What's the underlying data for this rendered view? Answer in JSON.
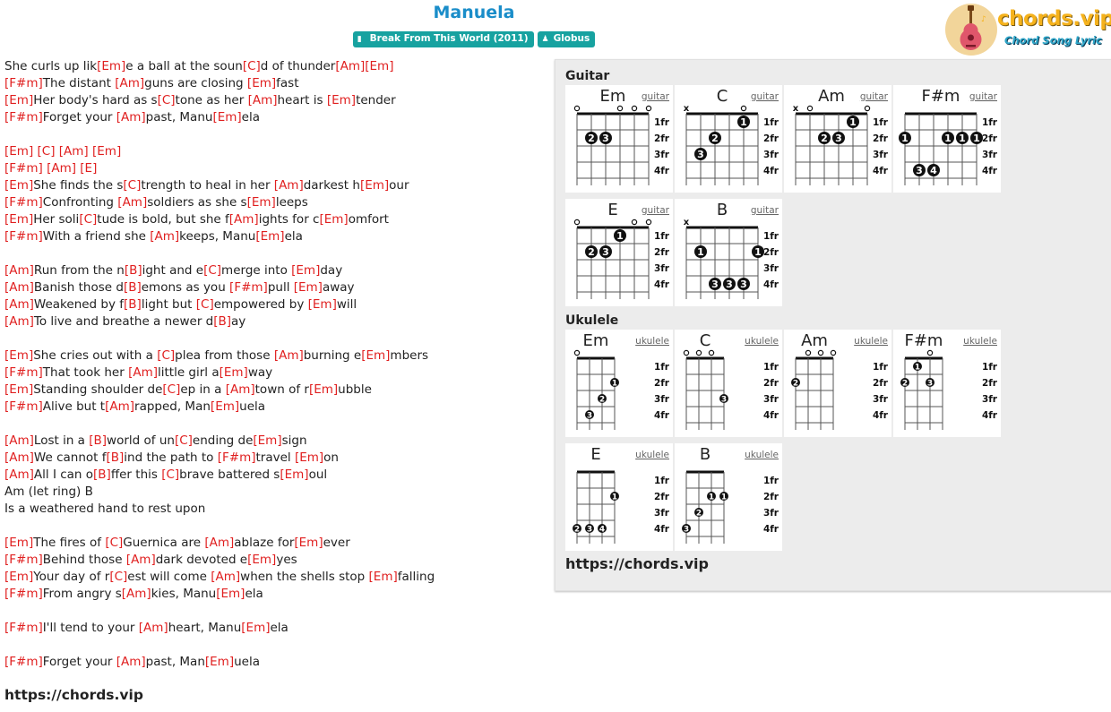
{
  "header": {
    "title": "Manuela",
    "album_badge": "Break From This World (2011)",
    "artist_badge": "Globus",
    "album_icon": "book-icon",
    "artist_icon": "user-icon"
  },
  "logo": {
    "text": "chords.vip",
    "subtitle": "Chord Song Lyric",
    "icon": "guitar-icon"
  },
  "lyrics": [
    [
      [
        "t",
        "She curls up lik"
      ],
      [
        "c",
        "[Em]"
      ],
      [
        "t",
        "e a ball at the soun"
      ],
      [
        "c",
        "[C]"
      ],
      [
        "t",
        "d of thunder"
      ],
      [
        "c",
        "[Am]"
      ],
      [
        "c",
        "[Em]"
      ]
    ],
    [
      [
        "c",
        "[F#m]"
      ],
      [
        "t",
        "The distant "
      ],
      [
        "c",
        "[Am]"
      ],
      [
        "t",
        "guns are closing "
      ],
      [
        "c",
        "[Em]"
      ],
      [
        "t",
        "fast"
      ]
    ],
    [
      [
        "c",
        "[Em]"
      ],
      [
        "t",
        "Her body's hard as s"
      ],
      [
        "c",
        "[C]"
      ],
      [
        "t",
        "tone as her "
      ],
      [
        "c",
        "[Am]"
      ],
      [
        "t",
        "heart is "
      ],
      [
        "c",
        "[Em]"
      ],
      [
        "t",
        "tender"
      ]
    ],
    [
      [
        "c",
        "[F#m]"
      ],
      [
        "t",
        "Forget your "
      ],
      [
        "c",
        "[Am]"
      ],
      [
        "t",
        "past, Manu"
      ],
      [
        "c",
        "[Em]"
      ],
      [
        "t",
        "ela"
      ]
    ],
    [],
    [
      [
        "c",
        "[Em]"
      ],
      [
        "t",
        " "
      ],
      [
        "c",
        "[C]"
      ],
      [
        "t",
        " "
      ],
      [
        "c",
        "[Am]"
      ],
      [
        "t",
        " "
      ],
      [
        "c",
        "[Em]"
      ]
    ],
    [
      [
        "c",
        "[F#m]"
      ],
      [
        "t",
        " "
      ],
      [
        "c",
        "[Am]"
      ],
      [
        "t",
        " "
      ],
      [
        "c",
        "[E]"
      ]
    ],
    [
      [
        "c",
        "[Em]"
      ],
      [
        "t",
        "She finds the s"
      ],
      [
        "c",
        "[C]"
      ],
      [
        "t",
        "trength to heal in her "
      ],
      [
        "c",
        "[Am]"
      ],
      [
        "t",
        "darkest h"
      ],
      [
        "c",
        "[Em]"
      ],
      [
        "t",
        "our"
      ]
    ],
    [
      [
        "c",
        "[F#m]"
      ],
      [
        "t",
        "Confronting "
      ],
      [
        "c",
        "[Am]"
      ],
      [
        "t",
        "soldiers as she s"
      ],
      [
        "c",
        "[Em]"
      ],
      [
        "t",
        "leeps"
      ]
    ],
    [
      [
        "c",
        "[Em]"
      ],
      [
        "t",
        "Her soli"
      ],
      [
        "c",
        "[C]"
      ],
      [
        "t",
        "tude is bold, but she f"
      ],
      [
        "c",
        "[Am]"
      ],
      [
        "t",
        "ights for c"
      ],
      [
        "c",
        "[Em]"
      ],
      [
        "t",
        "omfort"
      ]
    ],
    [
      [
        "c",
        "[F#m]"
      ],
      [
        "t",
        "With a friend she "
      ],
      [
        "c",
        "[Am]"
      ],
      [
        "t",
        "keeps, Manu"
      ],
      [
        "c",
        "[Em]"
      ],
      [
        "t",
        "ela"
      ]
    ],
    [],
    [
      [
        "c",
        "[Am]"
      ],
      [
        "t",
        "Run from the n"
      ],
      [
        "c",
        "[B]"
      ],
      [
        "t",
        "ight and e"
      ],
      [
        "c",
        "[C]"
      ],
      [
        "t",
        "merge into "
      ],
      [
        "c",
        "[Em]"
      ],
      [
        "t",
        "day"
      ]
    ],
    [
      [
        "c",
        "[Am]"
      ],
      [
        "t",
        "Banish those d"
      ],
      [
        "c",
        "[B]"
      ],
      [
        "t",
        "emons as you "
      ],
      [
        "c",
        "[F#m]"
      ],
      [
        "t",
        "pull "
      ],
      [
        "c",
        "[Em]"
      ],
      [
        "t",
        "away"
      ]
    ],
    [
      [
        "c",
        "[Am]"
      ],
      [
        "t",
        "Weakened by f"
      ],
      [
        "c",
        "[B]"
      ],
      [
        "t",
        "light but "
      ],
      [
        "c",
        "[C]"
      ],
      [
        "t",
        "empowered by "
      ],
      [
        "c",
        "[Em]"
      ],
      [
        "t",
        "will"
      ]
    ],
    [
      [
        "c",
        "[Am]"
      ],
      [
        "t",
        "To live and breathe a newer d"
      ],
      [
        "c",
        "[B]"
      ],
      [
        "t",
        "ay"
      ]
    ],
    [],
    [
      [
        "c",
        "[Em]"
      ],
      [
        "t",
        "She cries out with a "
      ],
      [
        "c",
        "[C]"
      ],
      [
        "t",
        "plea from those "
      ],
      [
        "c",
        "[Am]"
      ],
      [
        "t",
        "burning e"
      ],
      [
        "c",
        "[Em]"
      ],
      [
        "t",
        "mbers"
      ]
    ],
    [
      [
        "c",
        "[F#m]"
      ],
      [
        "t",
        "That took her "
      ],
      [
        "c",
        "[Am]"
      ],
      [
        "t",
        "little girl a"
      ],
      [
        "c",
        "[Em]"
      ],
      [
        "t",
        "way"
      ]
    ],
    [
      [
        "c",
        "[Em]"
      ],
      [
        "t",
        "Standing shoulder de"
      ],
      [
        "c",
        "[C]"
      ],
      [
        "t",
        "ep in a "
      ],
      [
        "c",
        "[Am]"
      ],
      [
        "t",
        "town of r"
      ],
      [
        "c",
        "[Em]"
      ],
      [
        "t",
        "ubble"
      ]
    ],
    [
      [
        "c",
        "[F#m]"
      ],
      [
        "t",
        "Alive but t"
      ],
      [
        "c",
        "[Am]"
      ],
      [
        "t",
        "rapped, Man"
      ],
      [
        "c",
        "[Em]"
      ],
      [
        "t",
        "uela"
      ]
    ],
    [],
    [
      [
        "c",
        "[Am]"
      ],
      [
        "t",
        "Lost in a "
      ],
      [
        "c",
        "[B]"
      ],
      [
        "t",
        "world of un"
      ],
      [
        "c",
        "[C]"
      ],
      [
        "t",
        "ending de"
      ],
      [
        "c",
        "[Em]"
      ],
      [
        "t",
        "sign"
      ]
    ],
    [
      [
        "c",
        "[Am]"
      ],
      [
        "t",
        "We cannot f"
      ],
      [
        "c",
        "[B]"
      ],
      [
        "t",
        "ind the path to "
      ],
      [
        "c",
        "[F#m]"
      ],
      [
        "t",
        "travel "
      ],
      [
        "c",
        "[Em]"
      ],
      [
        "t",
        "on"
      ]
    ],
    [
      [
        "c",
        "[Am]"
      ],
      [
        "t",
        "All I can o"
      ],
      [
        "c",
        "[B]"
      ],
      [
        "t",
        "ffer this "
      ],
      [
        "c",
        "[C]"
      ],
      [
        "t",
        "brave battered s"
      ],
      [
        "c",
        "[Em]"
      ],
      [
        "t",
        "oul"
      ]
    ],
    [
      [
        "t",
        "Am (let ring) B"
      ]
    ],
    [
      [
        "t",
        "Is a weathered hand to rest upon"
      ]
    ],
    [],
    [
      [
        "c",
        "[Em]"
      ],
      [
        "t",
        "The fires of "
      ],
      [
        "c",
        "[C]"
      ],
      [
        "t",
        "Guernica are "
      ],
      [
        "c",
        "[Am]"
      ],
      [
        "t",
        "ablaze for"
      ],
      [
        "c",
        "[Em]"
      ],
      [
        "t",
        "ever"
      ]
    ],
    [
      [
        "c",
        "[F#m]"
      ],
      [
        "t",
        "Behind those "
      ],
      [
        "c",
        "[Am]"
      ],
      [
        "t",
        "dark devoted e"
      ],
      [
        "c",
        "[Em]"
      ],
      [
        "t",
        "yes"
      ]
    ],
    [
      [
        "c",
        "[Em]"
      ],
      [
        "t",
        "Your day of r"
      ],
      [
        "c",
        "[C]"
      ],
      [
        "t",
        "est will come "
      ],
      [
        "c",
        "[Am]"
      ],
      [
        "t",
        "when the shells stop "
      ],
      [
        "c",
        "[Em]"
      ],
      [
        "t",
        "falling"
      ]
    ],
    [
      [
        "c",
        "[F#m]"
      ],
      [
        "t",
        "From angry s"
      ],
      [
        "c",
        "[Am]"
      ],
      [
        "t",
        "kies, Manu"
      ],
      [
        "c",
        "[Em]"
      ],
      [
        "t",
        "ela"
      ]
    ],
    [],
    [
      [
        "c",
        "[F#m]"
      ],
      [
        "t",
        "I'll tend to your "
      ],
      [
        "c",
        "[Am]"
      ],
      [
        "t",
        "heart, Manu"
      ],
      [
        "c",
        "[Em]"
      ],
      [
        "t",
        "ela"
      ]
    ],
    [],
    [
      [
        "c",
        "[F#m]"
      ],
      [
        "t",
        "Forget your "
      ],
      [
        "c",
        "[Am]"
      ],
      [
        "t",
        "past, Man"
      ],
      [
        "c",
        "[Em]"
      ],
      [
        "t",
        "uela"
      ]
    ]
  ],
  "footer_url": "https://chords.vip",
  "panel": {
    "guitar_title": "Guitar",
    "ukulele_title": "Ukulele",
    "url": "https://chords.vip",
    "fret_labels": [
      "1fr",
      "2fr",
      "3fr",
      "4fr"
    ],
    "guitar_chords": [
      {
        "name": "Em",
        "link": "guitar",
        "top": [
          "o",
          "",
          "",
          "o",
          "o",
          "o"
        ],
        "dots": [
          [
            1,
            2,
            "2"
          ],
          [
            2,
            2,
            "3"
          ]
        ]
      },
      {
        "name": "C",
        "link": "guitar",
        "top": [
          "x",
          "",
          "",
          "",
          "o",
          ""
        ],
        "dots": [
          [
            4,
            1,
            "1"
          ],
          [
            2,
            2,
            "2"
          ],
          [
            1,
            3,
            "3"
          ]
        ]
      },
      {
        "name": "Am",
        "link": "guitar",
        "top": [
          "x",
          "o",
          "",
          "",
          "",
          "o"
        ],
        "dots": [
          [
            4,
            1,
            "1"
          ],
          [
            2,
            2,
            "2"
          ],
          [
            3,
            2,
            "3"
          ]
        ]
      },
      {
        "name": "F#m",
        "link": "guitar",
        "top": [
          "",
          "",
          "",
          "",
          "",
          ""
        ],
        "dots": [
          [
            0,
            2,
            "1"
          ],
          [
            3,
            2,
            "1"
          ],
          [
            4,
            2,
            "1"
          ],
          [
            5,
            2,
            "1"
          ],
          [
            1,
            4,
            "3"
          ],
          [
            2,
            4,
            "4"
          ]
        ]
      },
      {
        "name": "E",
        "link": "guitar",
        "top": [
          "o",
          "",
          "",
          "",
          "o",
          "o"
        ],
        "dots": [
          [
            3,
            1,
            "1"
          ],
          [
            1,
            2,
            "2"
          ],
          [
            2,
            2,
            "3"
          ]
        ]
      },
      {
        "name": "B",
        "link": "guitar",
        "top": [
          "x",
          "",
          "",
          "",
          "",
          ""
        ],
        "dots": [
          [
            1,
            2,
            "1"
          ],
          [
            5,
            2,
            "1"
          ],
          [
            2,
            4,
            "3"
          ],
          [
            3,
            4,
            "3"
          ],
          [
            4,
            4,
            "3"
          ]
        ]
      }
    ],
    "ukulele_chords": [
      {
        "name": "Em",
        "link": "ukulele",
        "top": [
          "o",
          "",
          "",
          ""
        ],
        "dots": [
          [
            3,
            2,
            "1"
          ],
          [
            2,
            3,
            "2"
          ],
          [
            1,
            4,
            "3"
          ]
        ]
      },
      {
        "name": "C",
        "link": "ukulele",
        "top": [
          "o",
          "o",
          "o",
          ""
        ],
        "dots": [
          [
            3,
            3,
            "3"
          ]
        ]
      },
      {
        "name": "Am",
        "link": "ukulele",
        "top": [
          "",
          "o",
          "o",
          "o"
        ],
        "dots": [
          [
            0,
            2,
            "2"
          ]
        ]
      },
      {
        "name": "F#m",
        "link": "ukulele",
        "top": [
          "",
          "",
          "o",
          ""
        ],
        "dots": [
          [
            1,
            1,
            "1"
          ],
          [
            0,
            2,
            "2"
          ],
          [
            2,
            2,
            "3"
          ]
        ]
      },
      {
        "name": "E",
        "link": "ukulele",
        "top": [
          "",
          "",
          "",
          ""
        ],
        "dots": [
          [
            3,
            2,
            "1"
          ],
          [
            0,
            4,
            "2"
          ],
          [
            1,
            4,
            "3"
          ],
          [
            2,
            4,
            "4"
          ]
        ]
      },
      {
        "name": "B",
        "link": "ukulele",
        "top": [
          "",
          "",
          "",
          ""
        ],
        "dots": [
          [
            2,
            2,
            "1"
          ],
          [
            3,
            2,
            "1"
          ],
          [
            1,
            3,
            "2"
          ],
          [
            0,
            4,
            "3"
          ]
        ]
      }
    ]
  }
}
